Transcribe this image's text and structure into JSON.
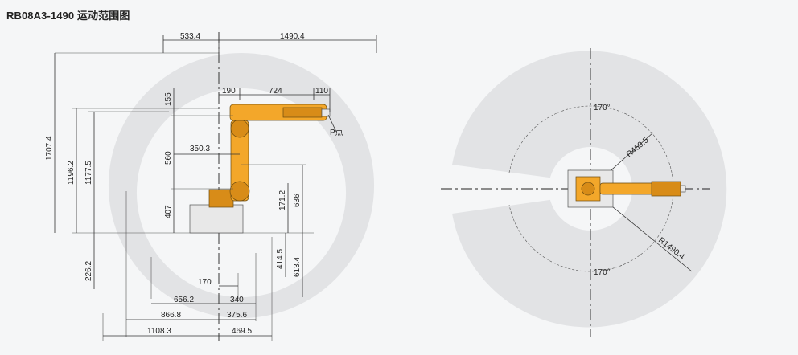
{
  "title": "RB08A3-1490 运动范围图",
  "side_view": {
    "top_dims": [
      "533.4",
      "1490.4"
    ],
    "arm_dims": [
      "190",
      "724",
      "110"
    ],
    "point_label": "P点",
    "vertical_left": [
      "1707.4",
      "1196.2",
      "1177.5",
      "226.2"
    ],
    "vertical_inner": [
      "155",
      "560",
      "407"
    ],
    "reach_label": "350.3",
    "right_dims": [
      "171.2",
      "636",
      "414.5",
      "613.4"
    ],
    "bottom_dims": [
      "170",
      "656.2",
      "340",
      "866.8",
      "375.6",
      "1108.3",
      "469.5"
    ]
  },
  "top_view": {
    "angle_top": "170°",
    "angle_bottom": "170°",
    "radius_inner": "R469.5",
    "radius_outer": "R1490.4"
  }
}
